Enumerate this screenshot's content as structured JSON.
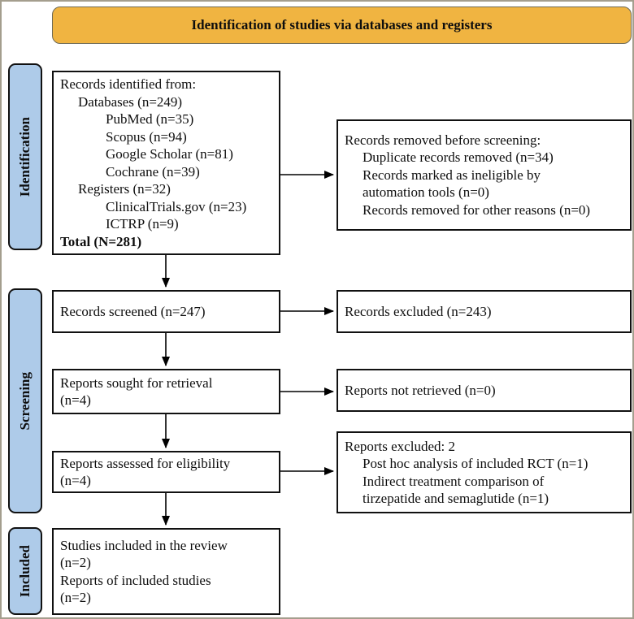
{
  "banner": {
    "title": "Identification of studies via databases and registers"
  },
  "stages": [
    {
      "label": "Identification"
    },
    {
      "label": "Screening"
    },
    {
      "label": "Included"
    }
  ],
  "boxes": {
    "identified": {
      "lines": [
        {
          "text": "Records identified from:",
          "indent": 0
        },
        {
          "text": "Databases (n=249)",
          "indent": 1
        },
        {
          "text": "PubMed (n=35)",
          "indent": 2
        },
        {
          "text": "Scopus (n=94)",
          "indent": 2
        },
        {
          "text": "Google Scholar (n=81)",
          "indent": 2
        },
        {
          "text": "Cochrane (n=39)",
          "indent": 2
        },
        {
          "text": "Registers (n=32)",
          "indent": 1
        },
        {
          "text": "ClinicalTrials.gov (n=23)",
          "indent": 2
        },
        {
          "text": "ICTRP (n=9)",
          "indent": 2
        },
        {
          "text": "Total (N=281)",
          "indent": 0,
          "bold": true
        }
      ]
    },
    "removed": {
      "lines": [
        {
          "text": "Records removed before screening:",
          "indent": 0
        },
        {
          "text": "Duplicate records removed (n=34)",
          "indent": 1
        },
        {
          "text": "Records marked as ineligible by",
          "indent": 1
        },
        {
          "text": "automation tools (n=0)",
          "indent": 1
        },
        {
          "text": "Records removed for other reasons (n=0)",
          "indent": 1
        }
      ]
    },
    "screened": {
      "lines": [
        {
          "text": "Records screened (n=247)",
          "indent": 0
        }
      ]
    },
    "records_excluded": {
      "lines": [
        {
          "text": "Records excluded (n=243)",
          "indent": 0
        }
      ]
    },
    "sought": {
      "lines": [
        {
          "text": "Reports sought for retrieval",
          "indent": 0
        },
        {
          "text": "(n=4)",
          "indent": 0
        }
      ]
    },
    "not_retrieved": {
      "lines": [
        {
          "text": "Reports not retrieved (n=0)",
          "indent": 0
        }
      ]
    },
    "assessed": {
      "lines": [
        {
          "text": "Reports assessed for eligibility",
          "indent": 0
        },
        {
          "text": "(n=4)",
          "indent": 0
        }
      ]
    },
    "reports_excluded": {
      "lines": [
        {
          "text": "Reports excluded: 2",
          "indent": 0
        },
        {
          "text": "Post hoc analysis of included RCT (n=1)",
          "indent": 1
        },
        {
          "text": "Indirect treatment comparison of",
          "indent": 1
        },
        {
          "text": "tirzepatide and semaglutide (n=1)",
          "indent": 1
        }
      ]
    },
    "included": {
      "lines": [
        {
          "text": "Studies included in the review",
          "indent": 0
        },
        {
          "text": "(n=2)",
          "indent": 0
        },
        {
          "text": "Reports of included studies",
          "indent": 0
        },
        {
          "text": "(n=2)",
          "indent": 0
        }
      ]
    }
  },
  "colors": {
    "banner_bg": "#F0B441",
    "stage_bg": "#AECBE9",
    "box_border": "#111111",
    "arrow": "#000000"
  }
}
